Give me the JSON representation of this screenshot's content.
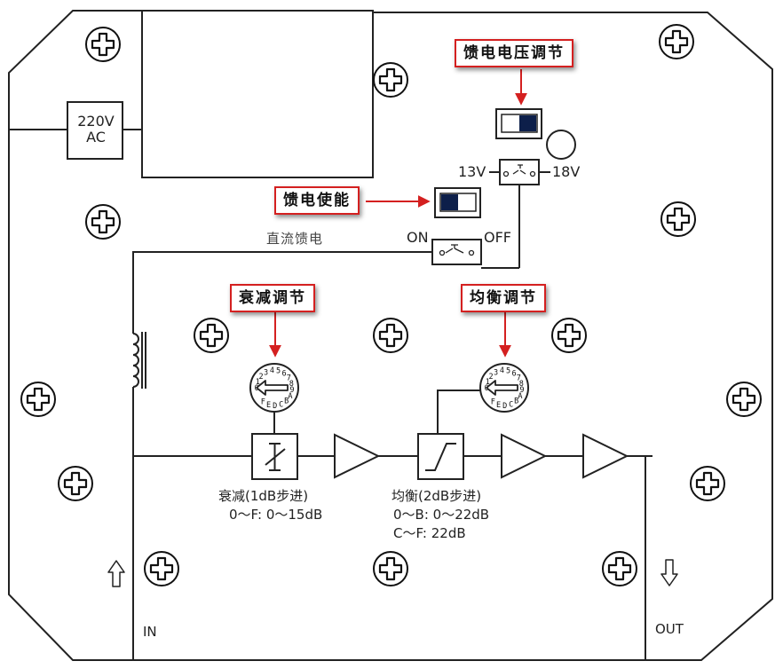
{
  "power": {
    "line1": "220V",
    "line2": "AC"
  },
  "callouts": {
    "voltage": "馈电电压调节",
    "enable": "馈电使能",
    "attenuation": "衰减调节",
    "equalization": "均衡调节"
  },
  "switch_voltage": {
    "left": "13V",
    "right": "18V"
  },
  "switch_enable": {
    "on": "ON",
    "off": "OFF"
  },
  "dc_feed": "直流馈电",
  "attenuator": {
    "title": "衰减(1dB步进)",
    "range": "0～F: 0～15dB"
  },
  "equalizer": {
    "title": "均衡(2dB步进)",
    "range1": "0～B: 0～22dB",
    "range2": "C～F: 22dB"
  },
  "dial_digits": "0123456789ABCDEF",
  "ports": {
    "in": "IN",
    "out": "OUT"
  },
  "colors": {
    "callout_border": "#d42020",
    "arrow": "#d42020",
    "switch_fill": "#0d1f4a",
    "line": "#111111"
  }
}
